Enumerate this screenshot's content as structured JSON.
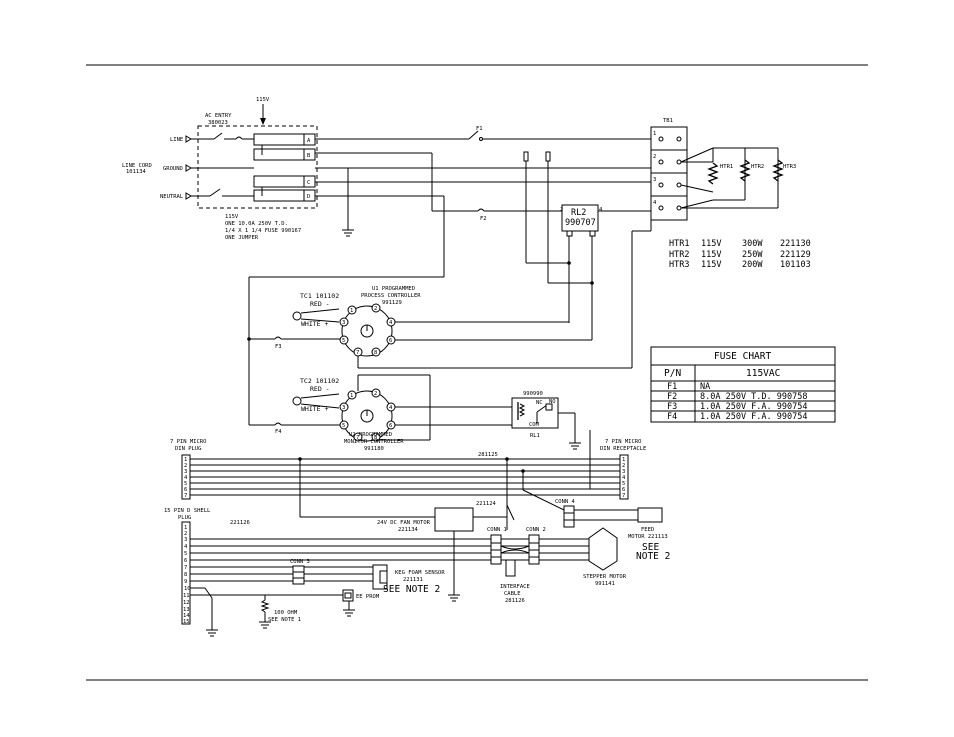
{
  "input_power": "115V",
  "ac_entry": {
    "title": "AC ENTRY",
    "part": "380023",
    "terminals": [
      "A",
      "B",
      "C",
      "D"
    ]
  },
  "line_labels": {
    "line": "LINE",
    "ground": "GROUND",
    "neutral": "NEUTRAL",
    "cord": "LINE CORD",
    "cord_part": "101134"
  },
  "notes_115v": [
    "115V",
    "ONE 10.0A 250V T.D.",
    "1/4 X 1 1/4 FUSE 990167",
    "ONE JUMPER"
  ],
  "tb1": {
    "label": "TB1",
    "terminals": [
      "1",
      "2",
      "3",
      "4"
    ]
  },
  "heaters": {
    "labels": [
      "HTR1",
      "HTR2",
      "HTR3"
    ],
    "table": [
      {
        "id": "HTR1",
        "voltage": "115V",
        "watts": "300W",
        "part": "221130"
      },
      {
        "id": "HTR2",
        "voltage": "115V",
        "watts": "250W",
        "part": "221129"
      },
      {
        "id": "HTR3",
        "voltage": "115V",
        "watts": "200W",
        "part": "101103"
      }
    ]
  },
  "rl2": {
    "label": "RL2",
    "part": "990707",
    "pins": [
      "2",
      "3",
      "1",
      "4"
    ]
  },
  "fuses": {
    "f1": "F1",
    "f2": "F2",
    "f3": "F3",
    "f4": "F4"
  },
  "u1": {
    "probe": "TC1 101102",
    "red": "RED -",
    "white": "WHITE +",
    "name": "U1 PROGRAMMED",
    "name2": "PROCESS CONTROLLER",
    "part": "991129",
    "pins": [
      "1",
      "2",
      "3",
      "4",
      "5",
      "6",
      "7",
      "8"
    ]
  },
  "u2": {
    "probe": "TC2 101102",
    "red": "RED -",
    "white": "WHITE +",
    "name": "U2 PROGRAMMED",
    "name2": "MONITOR CONTROLLER",
    "part": "991180",
    "pins": [
      "1",
      "2",
      "3",
      "4",
      "5",
      "6",
      "7",
      "8"
    ]
  },
  "rl1": {
    "label": "RL1",
    "part": "990990",
    "com": "COM",
    "nc": "NC",
    "no": "NO"
  },
  "fuse_chart": {
    "title": "FUSE CHART",
    "col1": "P/N",
    "col2": "115VAC",
    "rows": [
      {
        "pn": "F1",
        "value": "NA"
      },
      {
        "pn": "F2",
        "value": "8.0A 250V T.D. 990758"
      },
      {
        "pn": "F3",
        "value": "1.0A 250V F.A. 990754"
      },
      {
        "pn": "F4",
        "value": "1.0A 250V F.A. 990754"
      }
    ]
  },
  "din_plug": {
    "line1": "7 PIN MICRO",
    "line2": "DIN PLUG",
    "pins": [
      "1",
      "2",
      "3",
      "4",
      "5",
      "6",
      "7"
    ]
  },
  "din_receptacle": {
    "line1": "7 PIN MICRO",
    "line2": "DIN RECEPTACLE",
    "pins": [
      "1",
      "2",
      "3",
      "4",
      "5",
      "6",
      "7"
    ]
  },
  "cable_281125": "281125",
  "dshell": {
    "line1": "15 PIN D SHELL",
    "line2": "PLUG",
    "part": "221126",
    "pins": [
      "1",
      "2",
      "3",
      "4",
      "5",
      "6",
      "7",
      "8",
      "9",
      "10",
      "11",
      "12",
      "13",
      "14",
      "15"
    ]
  },
  "fan_motor": {
    "line1": "24V DC FAN MOTOR",
    "part": "221134",
    "part2": "221124"
  },
  "connectors": {
    "conn1": "CONN 1",
    "conn2": "CONN 2",
    "conn3": "CONN 3",
    "conn4": "CONN 4"
  },
  "feed_motor": {
    "line1": "FEED",
    "line2": "MOTOR 221113"
  },
  "see_note_2": "SEE NOTE 2",
  "see_note_2_split": [
    "SEE",
    "NOTE 2"
  ],
  "stepper": {
    "line1": "STEPPER MOTOR",
    "part": "991141"
  },
  "interface_cable": {
    "line1": "INTERFACE",
    "line2": "CABLE",
    "part": "281126"
  },
  "keg_sensor": {
    "line1": "KEG FOAM SENSOR",
    "part": "221131"
  },
  "ee_prom": "EE PROM",
  "resistor": {
    "line1": "100 OHM",
    "line2": "SEE NOTE 1"
  }
}
